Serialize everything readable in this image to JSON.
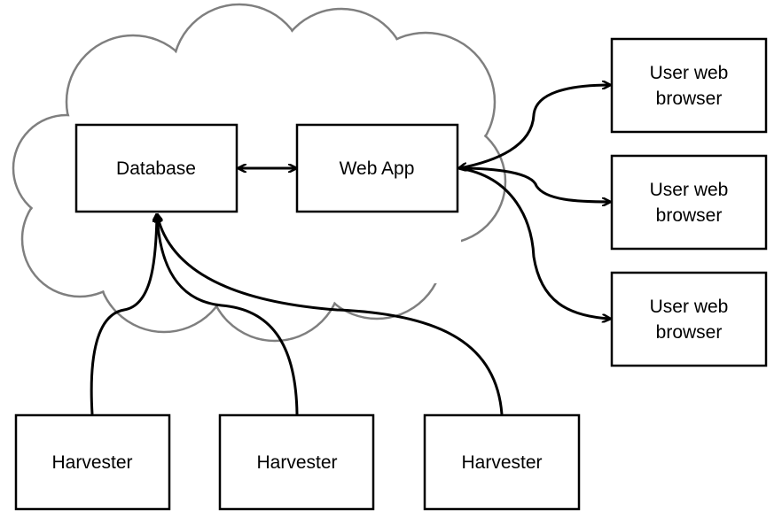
{
  "nodes": {
    "database": "Database",
    "webapp": "Web App",
    "browser1": [
      "User web",
      "browser"
    ],
    "browser2": [
      "User web",
      "browser"
    ],
    "browser3": [
      "User web",
      "browser"
    ],
    "harvester1": "Harvester",
    "harvester2": "Harvester",
    "harvester3": "Harvester"
  },
  "colors": {
    "cloud_stroke": "#7f7f7f",
    "box_stroke": "#000000",
    "connector": "#000000",
    "background": "#ffffff"
  }
}
